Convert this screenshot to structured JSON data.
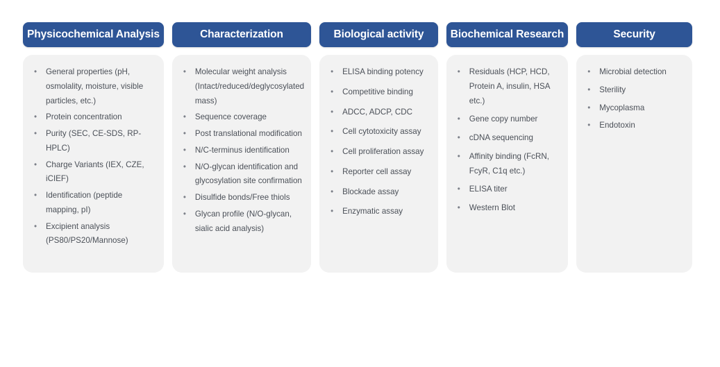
{
  "board": {
    "background_color": "#ffffff",
    "header_color": "#2e5596",
    "header_text_color": "#ffffff",
    "card_color": "#f2f2f2",
    "body_text_color": "#4b5058",
    "bullet_glyph": "•"
  },
  "columns": [
    {
      "header": "Physicochemical Analysis",
      "items": [
        "General properties (pH, osmolality, moisture, visible particles, etc.)",
        "Protein concentration",
        "Purity (SEC,  CE-SDS, RP-HPLC)",
        "Charge Variants (IEX, CZE, iCIEF)",
        "Identification (peptide mapping, pI)",
        "Excipient analysis (PS80/PS20/Mannose)"
      ]
    },
    {
      "header": "Characterization",
      "items": [
        "Molecular weight analysis (Intact/reduced/deglycosylated mass)",
        "Sequence coverage",
        "Post translational modification",
        "N/C-terminus identification",
        "N/O-glycan identification and glycosylation site confirmation",
        "Disulfide bonds/Free thiols",
        "Glycan profile (N/O-glycan, sialic acid analysis)"
      ]
    },
    {
      "header": "Biological activity",
      "items": [
        "ELISA binding potency",
        "Competitive binding",
        "ADCC, ADCP, CDC",
        "Cell cytotoxicity assay",
        "Cell proliferation assay",
        "Reporter cell assay",
        "Blockade assay",
        "Enzymatic assay"
      ]
    },
    {
      "header": "Biochemical Research",
      "items": [
        "Residuals (HCP, HCD, Protein A, insulin, HSA etc.)",
        "Gene copy number",
        "cDNA sequencing",
        "Affinity binding (FcRN, FcyR, C1q etc.)",
        "ELISA titer",
        "Western Blot"
      ]
    },
    {
      "header": "Security",
      "items": [
        "Microbial detection",
        "Sterility",
        "Mycoplasma",
        "Endotoxin"
      ]
    }
  ]
}
